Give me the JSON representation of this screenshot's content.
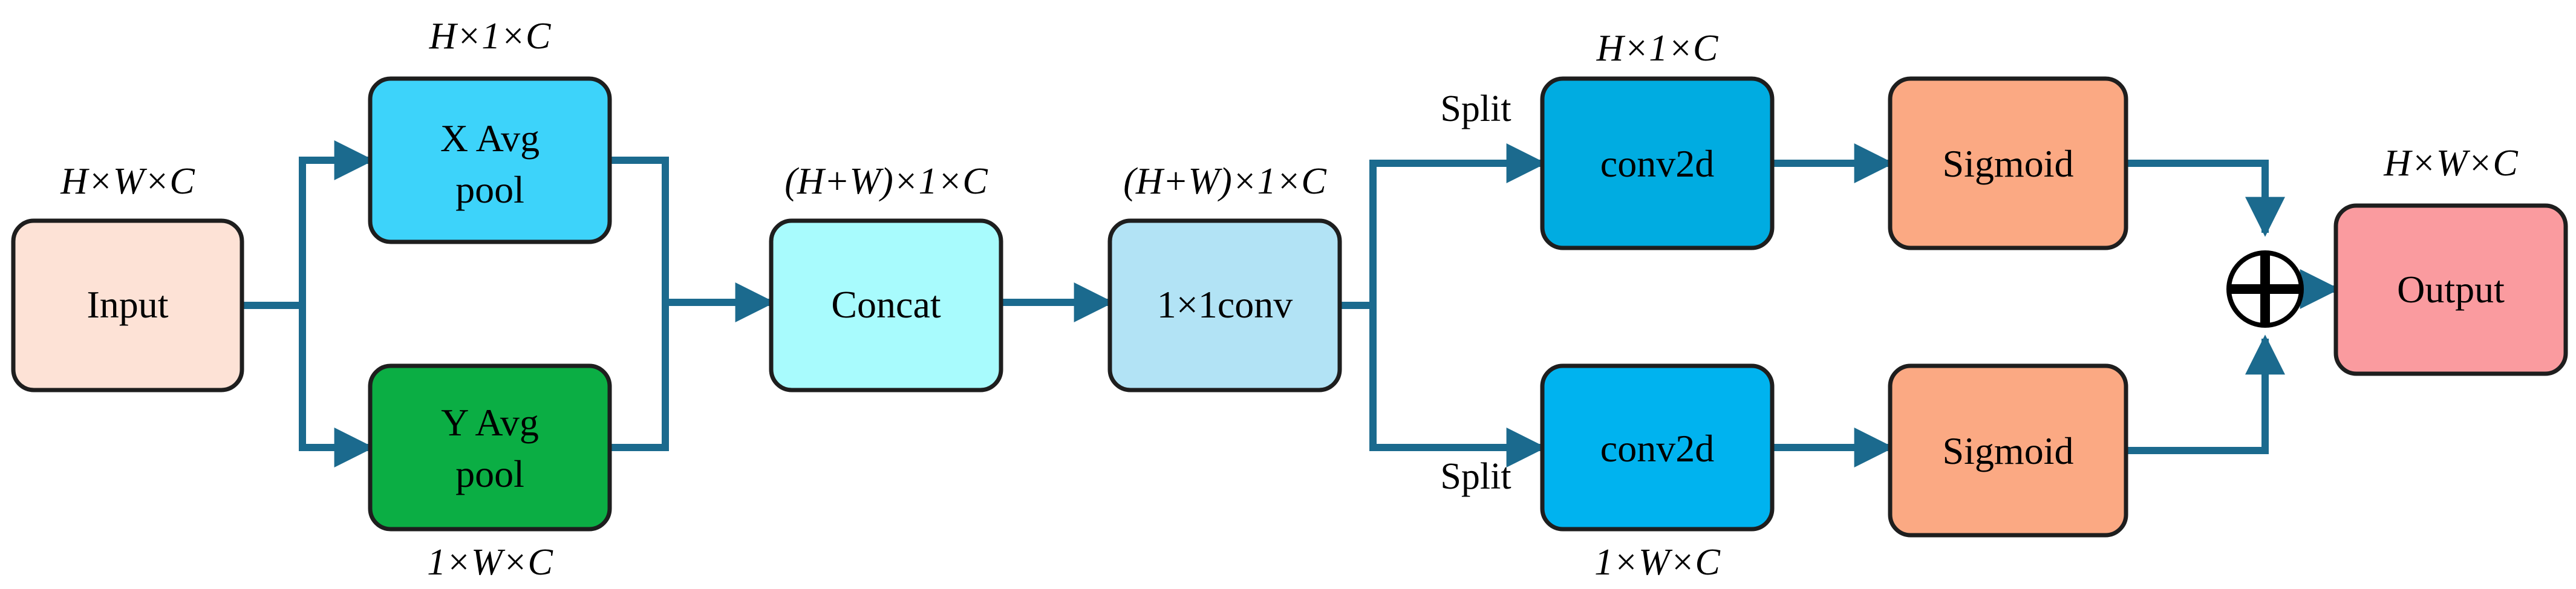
{
  "nodes": {
    "input": {
      "label": "Input",
      "color": "#fde2d6"
    },
    "xpool": {
      "label_line1": "X Avg",
      "label_line2": "pool",
      "color": "#3dd3fa"
    },
    "ypool": {
      "label_line1": "Y Avg",
      "label_line2": "pool",
      "color": "#0bae44"
    },
    "concat": {
      "label": "Concat",
      "color": "#a8fbfd"
    },
    "conv1x1": {
      "label": "1×1conv",
      "color": "#b2e3f5"
    },
    "conv2d_top": {
      "label": "conv2d",
      "color": "#00ace1"
    },
    "conv2d_bottom": {
      "label": "conv2d",
      "color": "#00b3ef"
    },
    "sigmoid_top": {
      "label": "Sigmoid",
      "color": "#fba983"
    },
    "sigmoid_bottom": {
      "label": "Sigmoid",
      "color": "#fba983"
    },
    "output": {
      "label": "Output",
      "color": "#fa9b9f"
    }
  },
  "dims": {
    "input": "H×W×C",
    "xpool": "H×1×C",
    "ypool": "1×W×C",
    "concat": "(H+W)×1×C",
    "conv1x1": "(H+W)×1×C",
    "conv2d_top": "H×1×C",
    "conv2d_bottom": "1×W×C",
    "output": "H×W×C"
  },
  "split_labels": {
    "top": "Split",
    "bottom": "Split"
  },
  "colors": {
    "wire": "#1b6a8e",
    "border": "#1e1e1e"
  },
  "combine_icon": "circle-plus-icon"
}
